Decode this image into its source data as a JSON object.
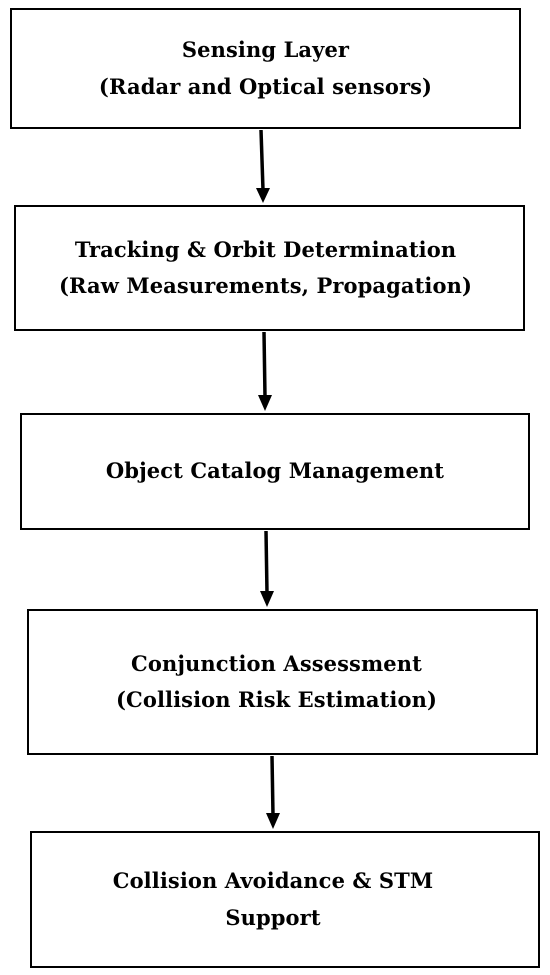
{
  "flowchart": {
    "steps": [
      {
        "line1": "Sensing Layer",
        "line2": "(Radar and Optical sensors)"
      },
      {
        "line1": "Tracking & Orbit Determination",
        "line2": "(Raw Measurements, Propagation)"
      },
      {
        "line1": "Object Catalog Management",
        "line2": ""
      },
      {
        "line1": "Conjunction Assessment",
        "line2": "(Collision Risk Estimation)"
      },
      {
        "line1": "Collision Avoidance & STM",
        "line2": "Support"
      }
    ],
    "colors": {
      "border": "#000000",
      "arrow": "#000000",
      "text": "#000000",
      "background": "#ffffff"
    }
  }
}
